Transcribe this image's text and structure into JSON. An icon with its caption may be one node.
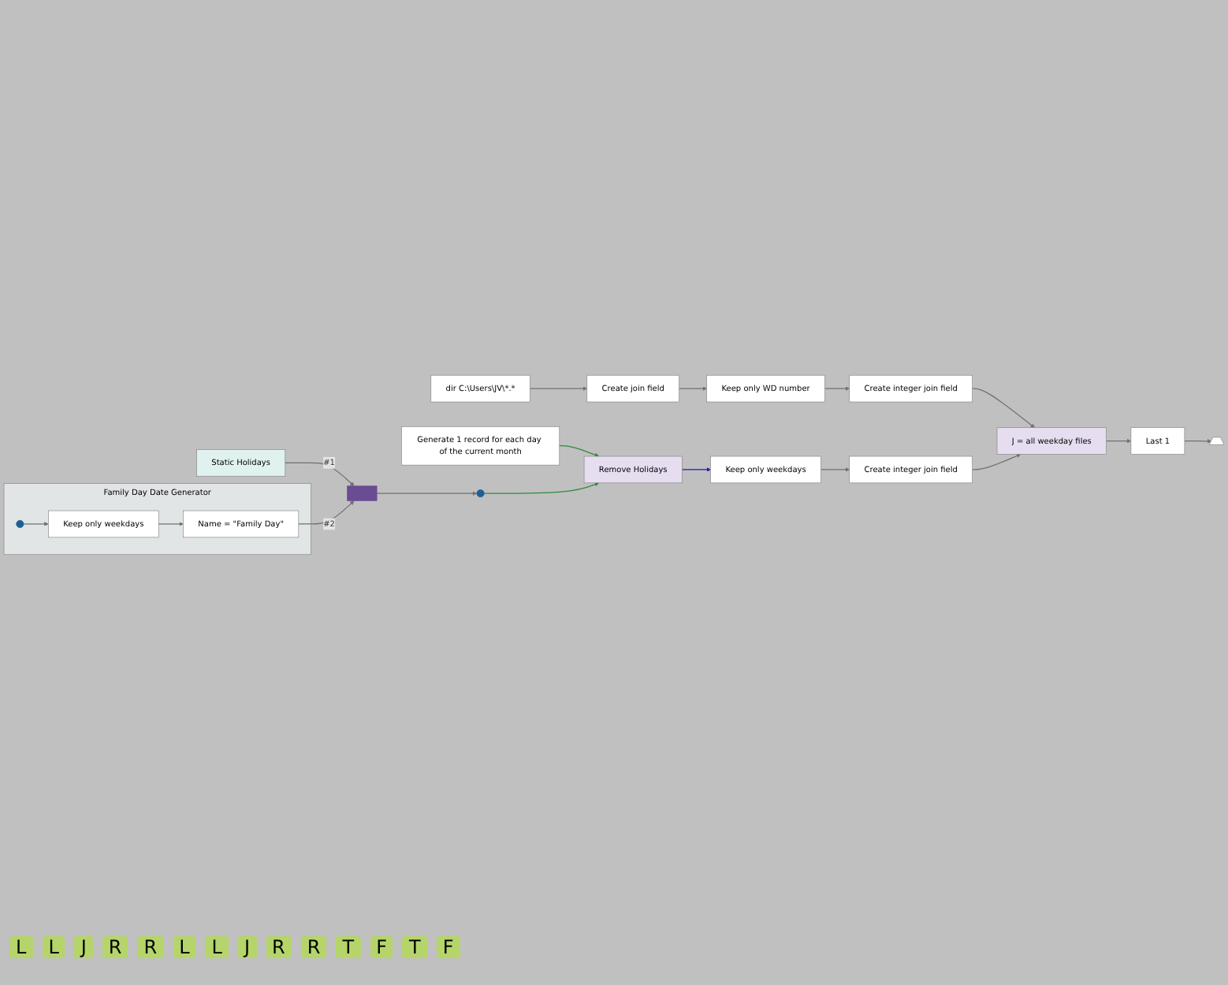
{
  "diagram": {
    "nodes": [
      {
        "text": [
          "dir C:\\Users\\JV\\*.*"
        ]
      },
      {
        "text": [
          "Create join field"
        ]
      },
      {
        "text": [
          "Keep only WD number"
        ]
      },
      {
        "text": [
          "Create integer join field"
        ]
      },
      {
        "text": [
          "J = all weekday files"
        ]
      },
      {
        "text": [
          "Last 1"
        ]
      },
      {
        "text": [],
        "shape": "picture"
      },
      {
        "text": [
          "Generate 1 record for each day of the current month"
        ]
      },
      {
        "text": [
          "Remove Holidays"
        ]
      },
      {
        "text": [
          "Keep only weekdays"
        ]
      },
      {
        "text": [
          "Create integer join field"
        ]
      },
      {
        "text": [
          "Static Holidays"
        ]
      },
      {
        "text": [],
        "shape": "box"
      },
      {
        "text": [],
        "shape": "circle"
      },
      {
        "text": [
          "Family Day Date Generator"
        ]
      },
      {
        "text": [],
        "shape": "circle",
        "in": 14
      },
      {
        "text": [
          "Keep only weekdays"
        ],
        "in": 14
      },
      {
        "text": [
          "Name = \"Family Day\""
        ],
        "in": 14
      }
    ],
    "edges": [
      {
        "from": 0,
        "to": 1,
        "arrow": "to"
      },
      {
        "from": 1,
        "to": 2,
        "arrow": "to"
      },
      {
        "from": 2,
        "to": 3,
        "arrow": "to"
      },
      {
        "from": 3,
        "to": 4,
        "arrow": "to"
      },
      {
        "from": 4,
        "to": 5,
        "arrow": "to"
      },
      {
        "from": 5,
        "to": 6,
        "arrow": "to"
      },
      {
        "from": 7,
        "to": 8,
        "arrow": "to",
        "color": "#2e8b3e"
      },
      {
        "from": 8,
        "to": 9,
        "arrow": "to",
        "color": "#1818c8"
      },
      {
        "from": 9,
        "to": 10,
        "arrow": "to"
      },
      {
        "from": 10,
        "to": 4,
        "arrow": "to"
      },
      {
        "from": 11,
        "to": 12,
        "arrow": "to",
        "label": "#1"
      },
      {
        "from": 12,
        "to": 13,
        "arrow": "to"
      },
      {
        "from": 13,
        "to": 8,
        "arrow": "to",
        "color": "#2e8b3e"
      },
      {
        "from": 15,
        "to": 16,
        "arrow": "to"
      },
      {
        "from": 16,
        "to": 17,
        "arrow": "to"
      },
      {
        "from": 17,
        "to": 12,
        "arrow": "to",
        "label": "#2"
      }
    ],
    "labels": [
      "L",
      "L",
      "J",
      "R",
      "R",
      "L",
      "L",
      "J",
      "R",
      "R",
      "T",
      "F",
      "T",
      "F"
    ]
  }
}
